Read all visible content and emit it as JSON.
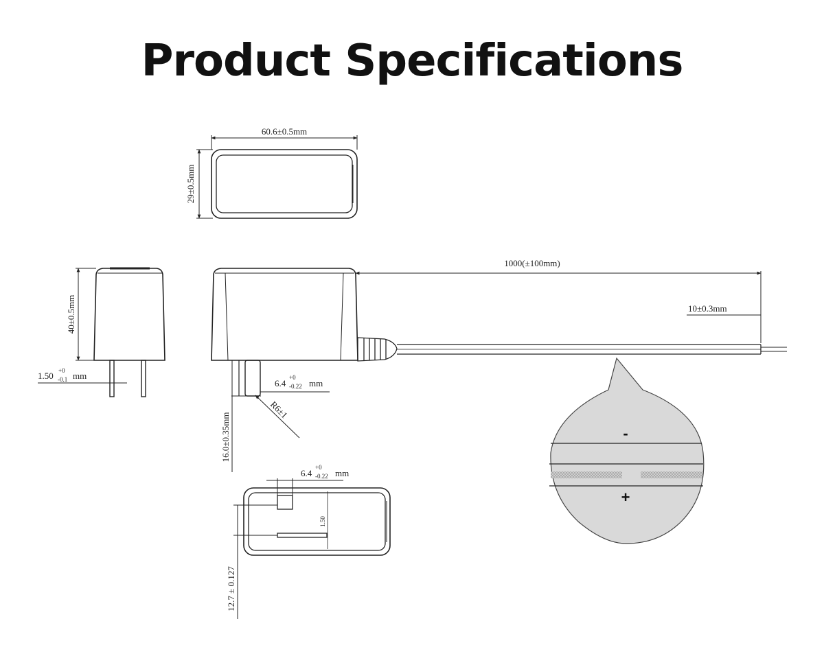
{
  "title": "Product Specifications",
  "dimensions": {
    "top_width": "60.6±0.5mm",
    "top_height": "29±0.5mm",
    "side_height": "40±0.5mm",
    "pin_thickness_base": "1.50",
    "pin_thickness_tol_upper": "+0",
    "pin_thickness_tol_lower": "-0.1",
    "pin_thickness_unit": "mm",
    "cable_length": "1000(±100mm)",
    "stripped_length": "10±0.3mm",
    "pin_width_base": "6.4",
    "pin_width_tol_upper": "+0",
    "pin_width_tol_lower": "-0.22",
    "pin_width_unit": "mm",
    "pin_radius": "R6±1",
    "pin_length": "16.0±0.35mm",
    "bottom_pin_width_base": "6.4",
    "bottom_pin_width_tol_upper": "+0",
    "bottom_pin_width_tol_lower": "-0.22",
    "bottom_pin_width_unit": "mm",
    "bottom_pin_thickness": "1.50",
    "pin_spacing": "12.7 ± 0.127"
  },
  "polarity": {
    "negative": "-",
    "positive": "+"
  }
}
